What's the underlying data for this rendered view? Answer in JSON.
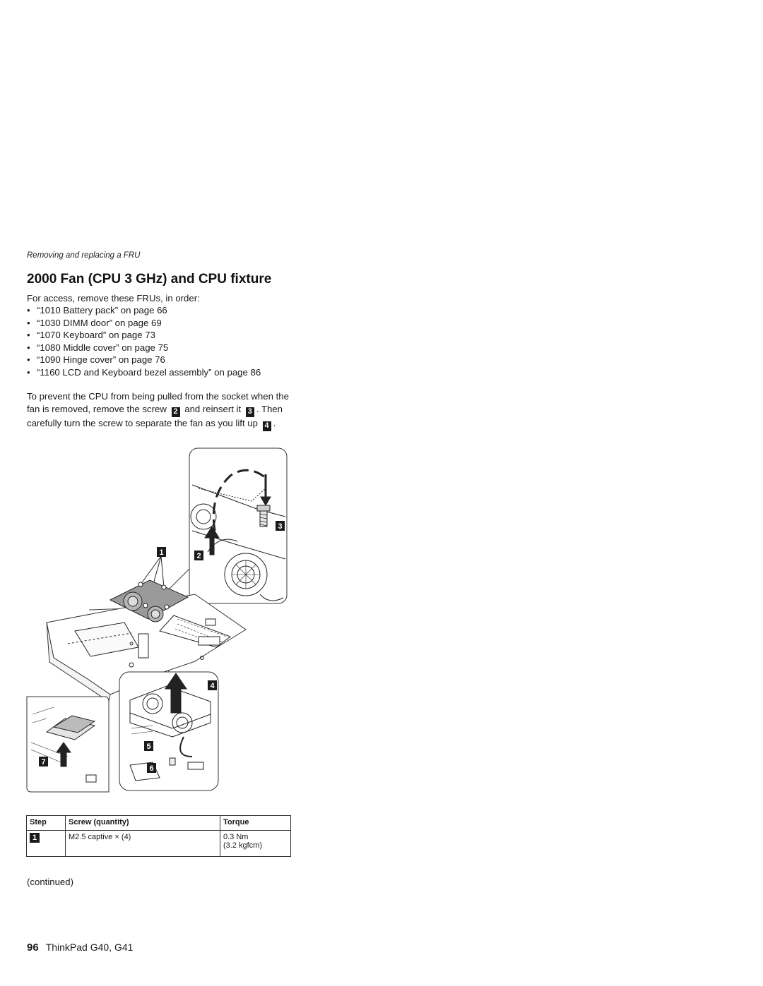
{
  "running_head": "Removing and replacing a FRU",
  "title": "2000 Fan (CPU 3 GHz) and CPU fixture",
  "intro": "For access, remove these FRUs, in order:",
  "fru_list": [
    "“1010 Battery pack” on page 66",
    "“1030 DIMM door” on page 69",
    "“1070 Keyboard” on page 73",
    "“1080 Middle cover” on page 75",
    "“1090 Hinge cover” on page 76",
    "“1160 LCD and Keyboard bezel assembly” on page 86"
  ],
  "warning": {
    "t1": "To prevent the CPU from being pulled from the socket when the fan is removed, remove the screw",
    "b1": "2",
    "t2": "and reinsert it",
    "b2": "3",
    "t3": ". Then carefully turn the screw to separate the fan as you lift up",
    "b3": "4",
    "t4": "."
  },
  "figure": {
    "callouts": [
      "1",
      "2",
      "3",
      "4",
      "5",
      "6",
      "7"
    ]
  },
  "torque_table": {
    "headers": [
      "Step",
      "Screw (quantity)",
      "Torque"
    ],
    "rows": [
      {
        "step": "1",
        "screw": "M2.5 captive × (4)",
        "torque": "0.3 Nm",
        "torque_alt": "(3.2 kgfcm)"
      }
    ]
  },
  "continued": "(continued)",
  "footer": {
    "page_number": "96",
    "product": "ThinkPad G40, G41"
  },
  "colors": {
    "text": "#1a1a1a",
    "badge_bg": "#1a1a1a",
    "fan_shade": "#9a9a9a",
    "line": "#222222"
  }
}
